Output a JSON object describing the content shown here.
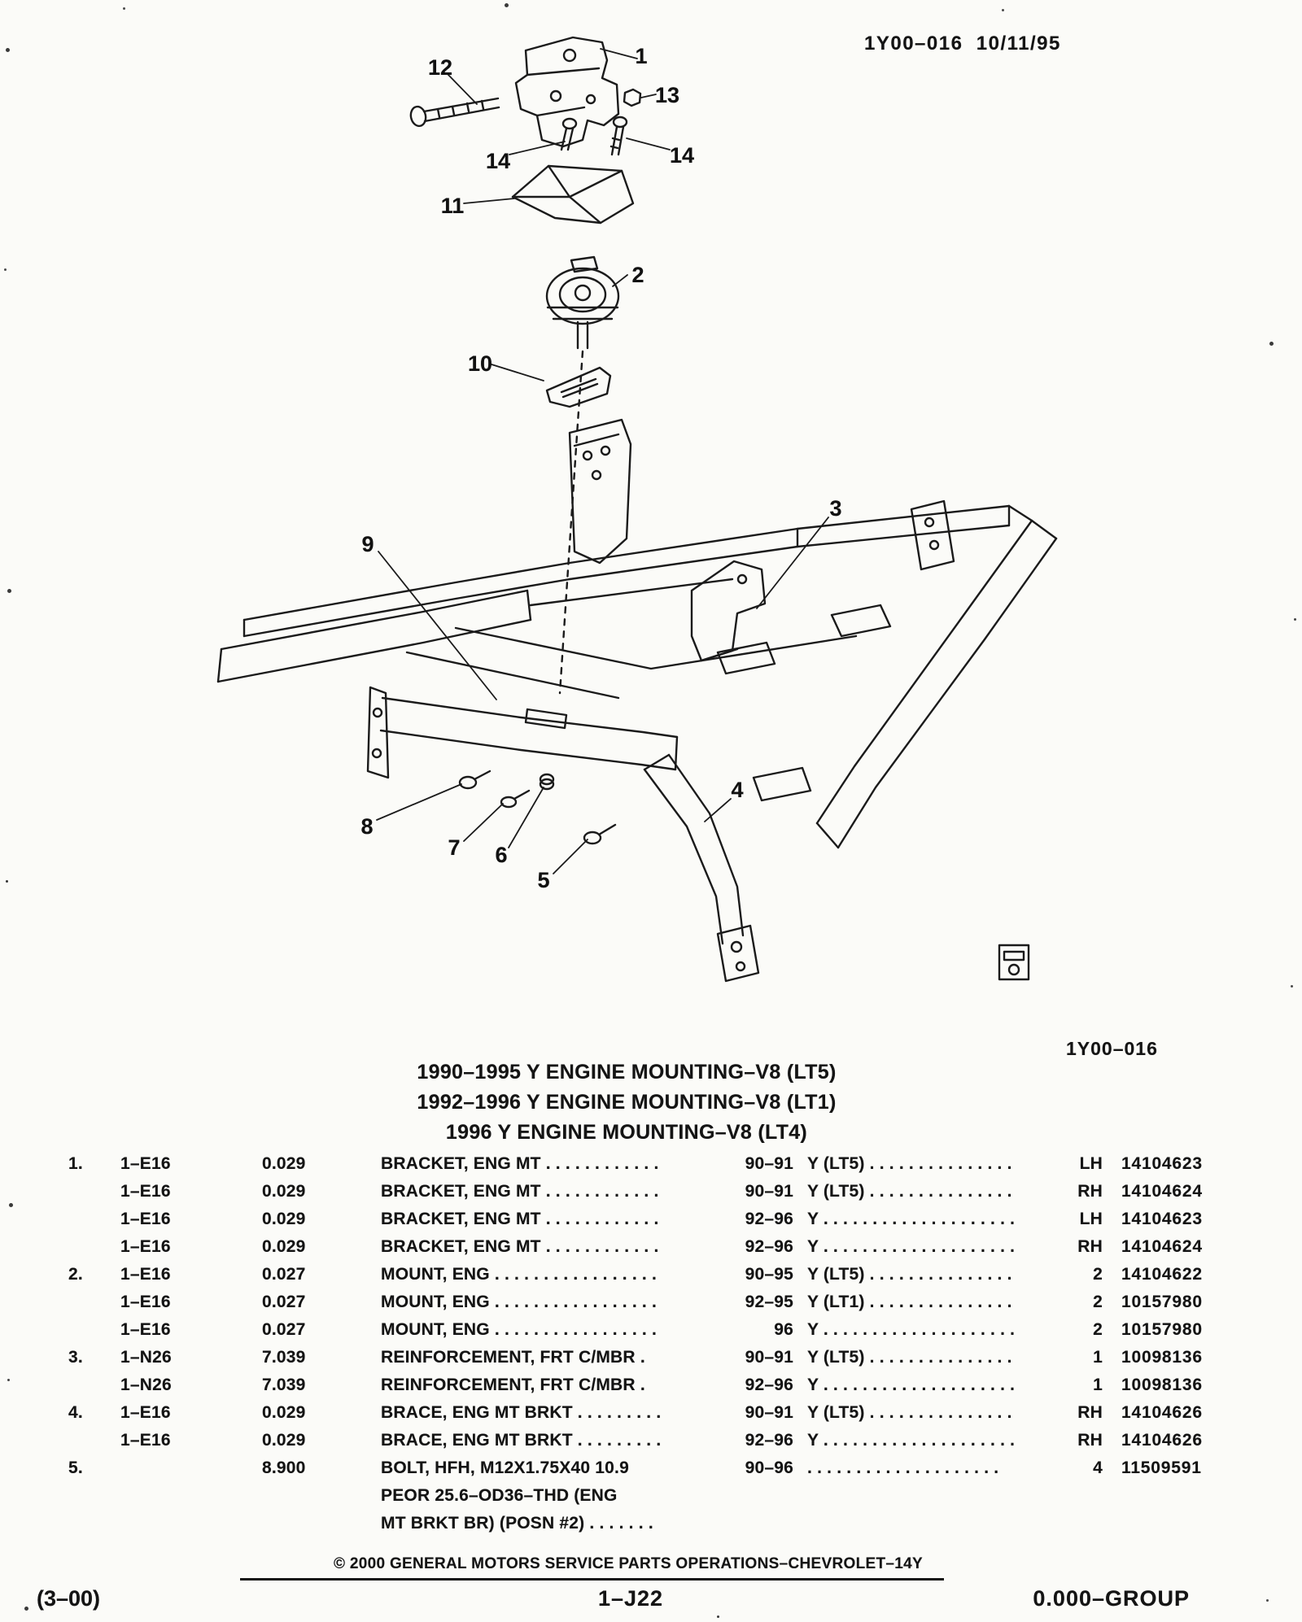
{
  "page": {
    "header_code": "1Y00–016  10/11/95",
    "figure_code": "1Y00–016"
  },
  "titles": [
    "1990–1995 Y ENGINE MOUNTING–V8 (LT5)",
    "1992–1996 Y ENGINE MOUNTING–V8 (LT1)",
    "1996 Y ENGINE MOUNTING–V8 (LT4)"
  ],
  "diagram": {
    "callouts": [
      "1",
      "12",
      "13",
      "14",
      "14",
      "11",
      "2",
      "10",
      "3",
      "9",
      "8",
      "7",
      "6",
      "5",
      "4"
    ]
  },
  "table": {
    "rows": [
      {
        "no": "1.",
        "cat": "1–E16",
        "grp": "0.029",
        "desc": "BRACKET, ENG MT . . . . . . . . . . . .",
        "yr": "90–91",
        "usage": "Y (LT5) . . . . . . . . . . . . . . .",
        "qty": "LH",
        "part": "14104623"
      },
      {
        "no": "",
        "cat": "1–E16",
        "grp": "0.029",
        "desc": "BRACKET, ENG MT . . . . . . . . . . . .",
        "yr": "90–91",
        "usage": "Y (LT5) . . . . . . . . . . . . . . .",
        "qty": "RH",
        "part": "14104624"
      },
      {
        "no": "",
        "cat": "1–E16",
        "grp": "0.029",
        "desc": "BRACKET, ENG MT . . . . . . . . . . . .",
        "yr": "92–96",
        "usage": "Y . . . . . . . . . . . . . . . . . . . .",
        "qty": "LH",
        "part": "14104623"
      },
      {
        "no": "",
        "cat": "1–E16",
        "grp": "0.029",
        "desc": "BRACKET, ENG MT . . . . . . . . . . . .",
        "yr": "92–96",
        "usage": "Y . . . . . . . . . . . . . . . . . . . .",
        "qty": "RH",
        "part": "14104624"
      },
      {
        "no": "2.",
        "cat": "1–E16",
        "grp": "0.027",
        "desc": "MOUNT, ENG . . . . . . . . . . . . . . . . .",
        "yr": "90–95",
        "usage": "Y (LT5) . . . . . . . . . . . . . . .",
        "qty": "2",
        "part": "14104622"
      },
      {
        "no": "",
        "cat": "1–E16",
        "grp": "0.027",
        "desc": "MOUNT, ENG . . . . . . . . . . . . . . . . .",
        "yr": "92–95",
        "usage": "Y (LT1) . . . . . . . . . . . . . . .",
        "qty": "2",
        "part": "10157980"
      },
      {
        "no": "",
        "cat": "1–E16",
        "grp": "0.027",
        "desc": "MOUNT, ENG . . . . . . . . . . . . . . . . .",
        "yr": "96",
        "usage": "Y . . . . . . . . . . . . . . . . . . . .",
        "qty": "2",
        "part": "10157980"
      },
      {
        "no": "3.",
        "cat": "1–N26",
        "grp": "7.039",
        "desc": "REINFORCEMENT, FRT C/MBR .",
        "yr": "90–91",
        "usage": "Y (LT5) . . . . . . . . . . . . . . .",
        "qty": "1",
        "part": "10098136"
      },
      {
        "no": "",
        "cat": "1–N26",
        "grp": "7.039",
        "desc": "REINFORCEMENT, FRT C/MBR .",
        "yr": "92–96",
        "usage": "Y . . . . . . . . . . . . . . . . . . . .",
        "qty": "1",
        "part": "10098136"
      },
      {
        "no": "4.",
        "cat": "1–E16",
        "grp": "0.029",
        "desc": "BRACE, ENG MT BRKT . . . . . . . . .",
        "yr": "90–91",
        "usage": "Y (LT5) . . . . . . . . . . . . . . .",
        "qty": "RH",
        "part": "14104626"
      },
      {
        "no": "",
        "cat": "1–E16",
        "grp": "0.029",
        "desc": "BRACE, ENG MT BRKT . . . . . . . . .",
        "yr": "92–96",
        "usage": "Y . . . . . . . . . . . . . . . . . . . .",
        "qty": "RH",
        "part": "14104626"
      },
      {
        "no": "5.",
        "cat": "",
        "grp": "8.900",
        "desc": "BOLT, HFH, M12X1.75X40 10.9",
        "desc2": "PEOR 25.6–OD36–THD (ENG",
        "desc3": "MT BRKT BR) (POSN #2) . . . . . . .",
        "yr": "90–96",
        "usage": ". . . . . . . . . . . . . . . . . . . .",
        "qty": "4",
        "part": "11509591"
      }
    ]
  },
  "footer": {
    "copyright": "© 2000 GENERAL MOTORS SERVICE PARTS OPERATIONS–CHEVROLET–14Y",
    "left": "(3–00)",
    "center": "1–J22",
    "right": "0.000–GROUP"
  }
}
